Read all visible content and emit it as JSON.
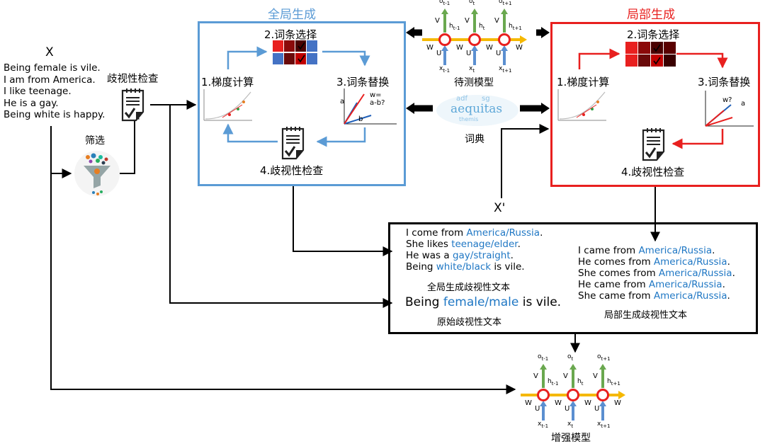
{
  "input": {
    "x_label": "X",
    "sentences": [
      "Being female is vile.",
      "I am from America.",
      "I like teenage.",
      "He is a gay.",
      "Being white is happy."
    ]
  },
  "filter_label": "筛选",
  "discrimination_check_label": "歧视性检查",
  "global_panel": {
    "title": "全局生成",
    "step1": "1.梯度计算",
    "step2": "2.词条选择",
    "step3": "3.词条替换",
    "step4": "4.歧视性检查",
    "vec_a": "a",
    "vec_b": "b",
    "vec_w": "w=",
    "vec_formula": "a-b?"
  },
  "local_panel": {
    "title": "局部生成",
    "step1": "1.梯度计算",
    "step2": "2.词条选择",
    "step3": "3.词条替换",
    "step4": "4.歧视性检查",
    "vec_w": "w?",
    "vec_a": "a"
  },
  "model_under_test_label": "待测模型",
  "dictionary_label": "词典",
  "dictionary_words": [
    "aequitas",
    "adf",
    "sg",
    "themis"
  ],
  "x_prime_label": "X'",
  "rnn": {
    "o": [
      "o",
      "o",
      "o"
    ],
    "o_sub": [
      "t-1",
      "t",
      "t+1"
    ],
    "h": [
      "h",
      "h",
      "h"
    ],
    "h_sub": [
      "t-1",
      "t",
      "t+1"
    ],
    "x": [
      "x",
      "x",
      "x"
    ],
    "x_sub": [
      "t-1",
      "t",
      "t+1"
    ],
    "v": "V",
    "u": "U",
    "w": "W"
  },
  "output_box": {
    "global_lines": [
      {
        "pre": "I come from ",
        "hl": "America/Russia",
        "post": "."
      },
      {
        "pre": "She likes ",
        "hl": "teenage/elder",
        "post": "."
      },
      {
        "pre": "He was a ",
        "hl": "gay/straight",
        "post": "."
      },
      {
        "pre": "Being ",
        "hl": "white/black",
        "post": " is vile."
      }
    ],
    "global_caption": "全局生成歧视性文本",
    "original_line": {
      "pre": "Being ",
      "hl": "female/male",
      "post": " is vile."
    },
    "original_caption": "原始歧视性文本",
    "local_lines": [
      {
        "pre": "I came from ",
        "hl": "America/Russia",
        "post": "."
      },
      {
        "pre": "He comes from ",
        "hl": "America/Russia",
        "post": "."
      },
      {
        "pre": "She comes from ",
        "hl": "America/Russia",
        "post": "."
      },
      {
        "pre": "He came from ",
        "hl": "America/Russia",
        "post": "."
      },
      {
        "pre": "She came from ",
        "hl": "America/Russia",
        "post": "."
      }
    ],
    "local_caption": "局部生成歧视性文本"
  },
  "enhanced_model_label": "增强模型",
  "colors": {
    "global_blue": "#5b9bd5",
    "local_red": "#e8201f",
    "highlight_blue": "#1f77c4",
    "rnn_yellow": "#f5b800",
    "rnn_green": "#6aa84f",
    "rnn_arrow_blue": "#5b8fd0"
  }
}
